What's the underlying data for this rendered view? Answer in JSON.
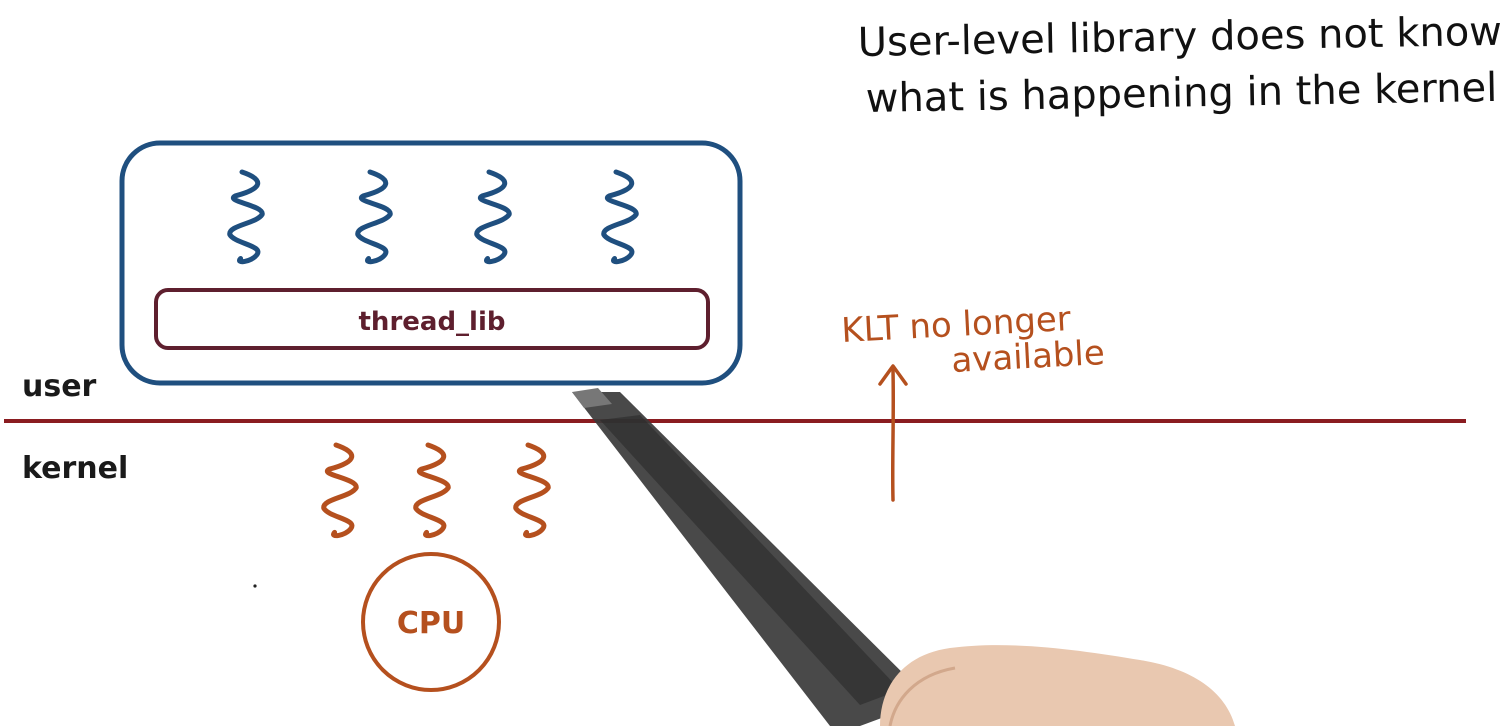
{
  "note": {
    "line1": "User-level library does not know",
    "line2": "what is happening in the kernel"
  },
  "library": {
    "label": "thread_lib"
  },
  "user_label": "user",
  "kernel_label": "kernel",
  "cpu_label": "CPU",
  "klt": {
    "line1": "KLT no longer",
    "line2": "available"
  },
  "colors": {
    "user_threads": "#1f4f7f",
    "library_border": "#5e1f2e",
    "boundary_line": "#8a1c20",
    "kernel_threads": "#b5501e",
    "cpu": "#b5501e",
    "annotation": "#b5501e"
  },
  "user_thread_count": 4,
  "kernel_thread_count": 3
}
